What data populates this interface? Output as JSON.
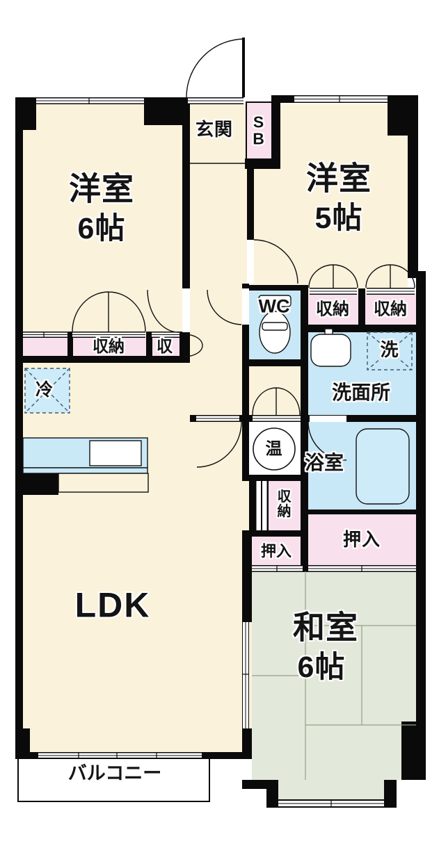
{
  "colors": {
    "wall": "#0A0A0A",
    "floor_cream": "#FBF2DB",
    "tatami_green": "#E2E8DA",
    "water_blue": "#C9E8F7",
    "closet_pink": "#F9E0ED",
    "fixture_dash_blue": "#CDEBF8",
    "balcony_white": "#FFFFFF"
  },
  "rooms": {
    "western6": {
      "name": "洋室",
      "size": "6帖"
    },
    "western5": {
      "name": "洋室",
      "size": "5帖"
    },
    "japanese6": {
      "name": "和室",
      "size": "6帖"
    },
    "ldk": {
      "name": "LDK"
    },
    "genkan": {
      "name": "玄関"
    },
    "shoe_box": {
      "name": "S\nB"
    },
    "wc": {
      "name": "WC"
    },
    "washroom": {
      "name": "洗面所"
    },
    "bath": {
      "name": "浴室"
    },
    "balcony": {
      "name": "バルコニー"
    }
  },
  "fixtures": {
    "closet_a": "収納",
    "closet_b": "収納",
    "closet_row": "収納",
    "closet_small": "収",
    "storage_vertical": "収\n納",
    "oshiire_small": "押入",
    "oshiire_large": "押入",
    "water_heater": "温",
    "refrigerator": "冷",
    "washing_machine": "洗"
  }
}
